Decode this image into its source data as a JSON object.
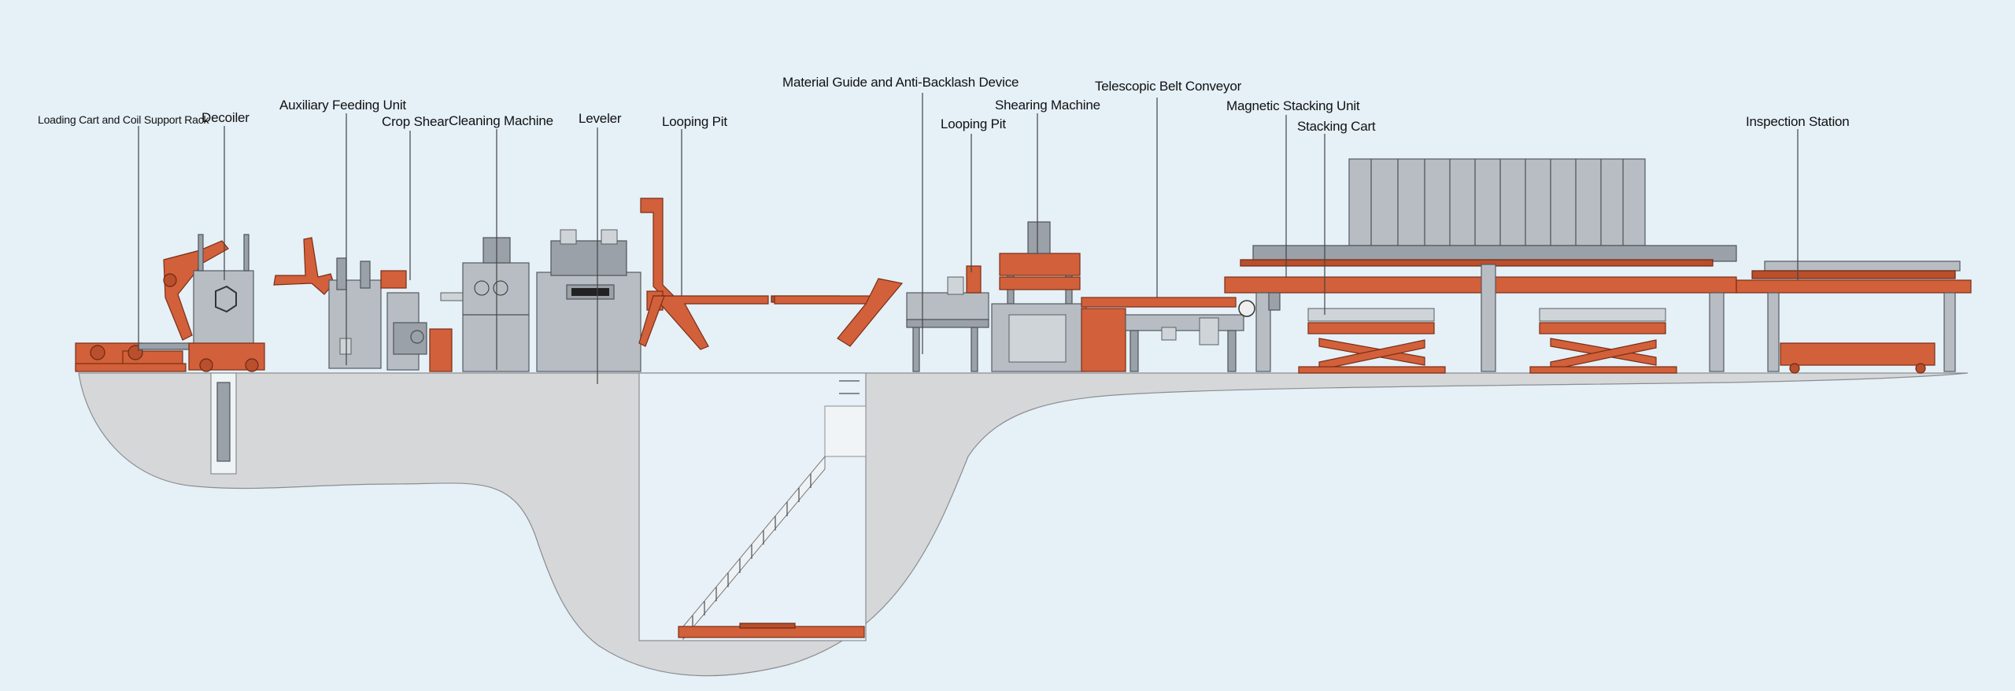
{
  "diagram": {
    "labels": {
      "loading_cart": "Loading Cart and Coil Support Rack",
      "decoiler": "Decoiler",
      "auxiliary_feeding": "Auxiliary Feeding Unit",
      "crop_shear": "Crop Shear",
      "cleaning_machine": "Cleaning Machine",
      "leveler": "Leveler",
      "looping_pit_1": "Looping Pit",
      "material_guide": "Material Guide and Anti-Backlash Device",
      "looping_pit_2": "Looping Pit",
      "shearing_machine": "Shearing Machine",
      "telescopic_conveyor": "Telescopic Belt Conveyor",
      "magnetic_stacking": "Magnetic Stacking Unit",
      "stacking_cart": "Stacking Cart",
      "inspection_station": "Inspection Station"
    },
    "colors": {
      "background": "#e5f0f7",
      "machine_grey": "#b7bdc3",
      "machine_orange": "#d2603a",
      "foundation": "#d6d7d9"
    }
  }
}
